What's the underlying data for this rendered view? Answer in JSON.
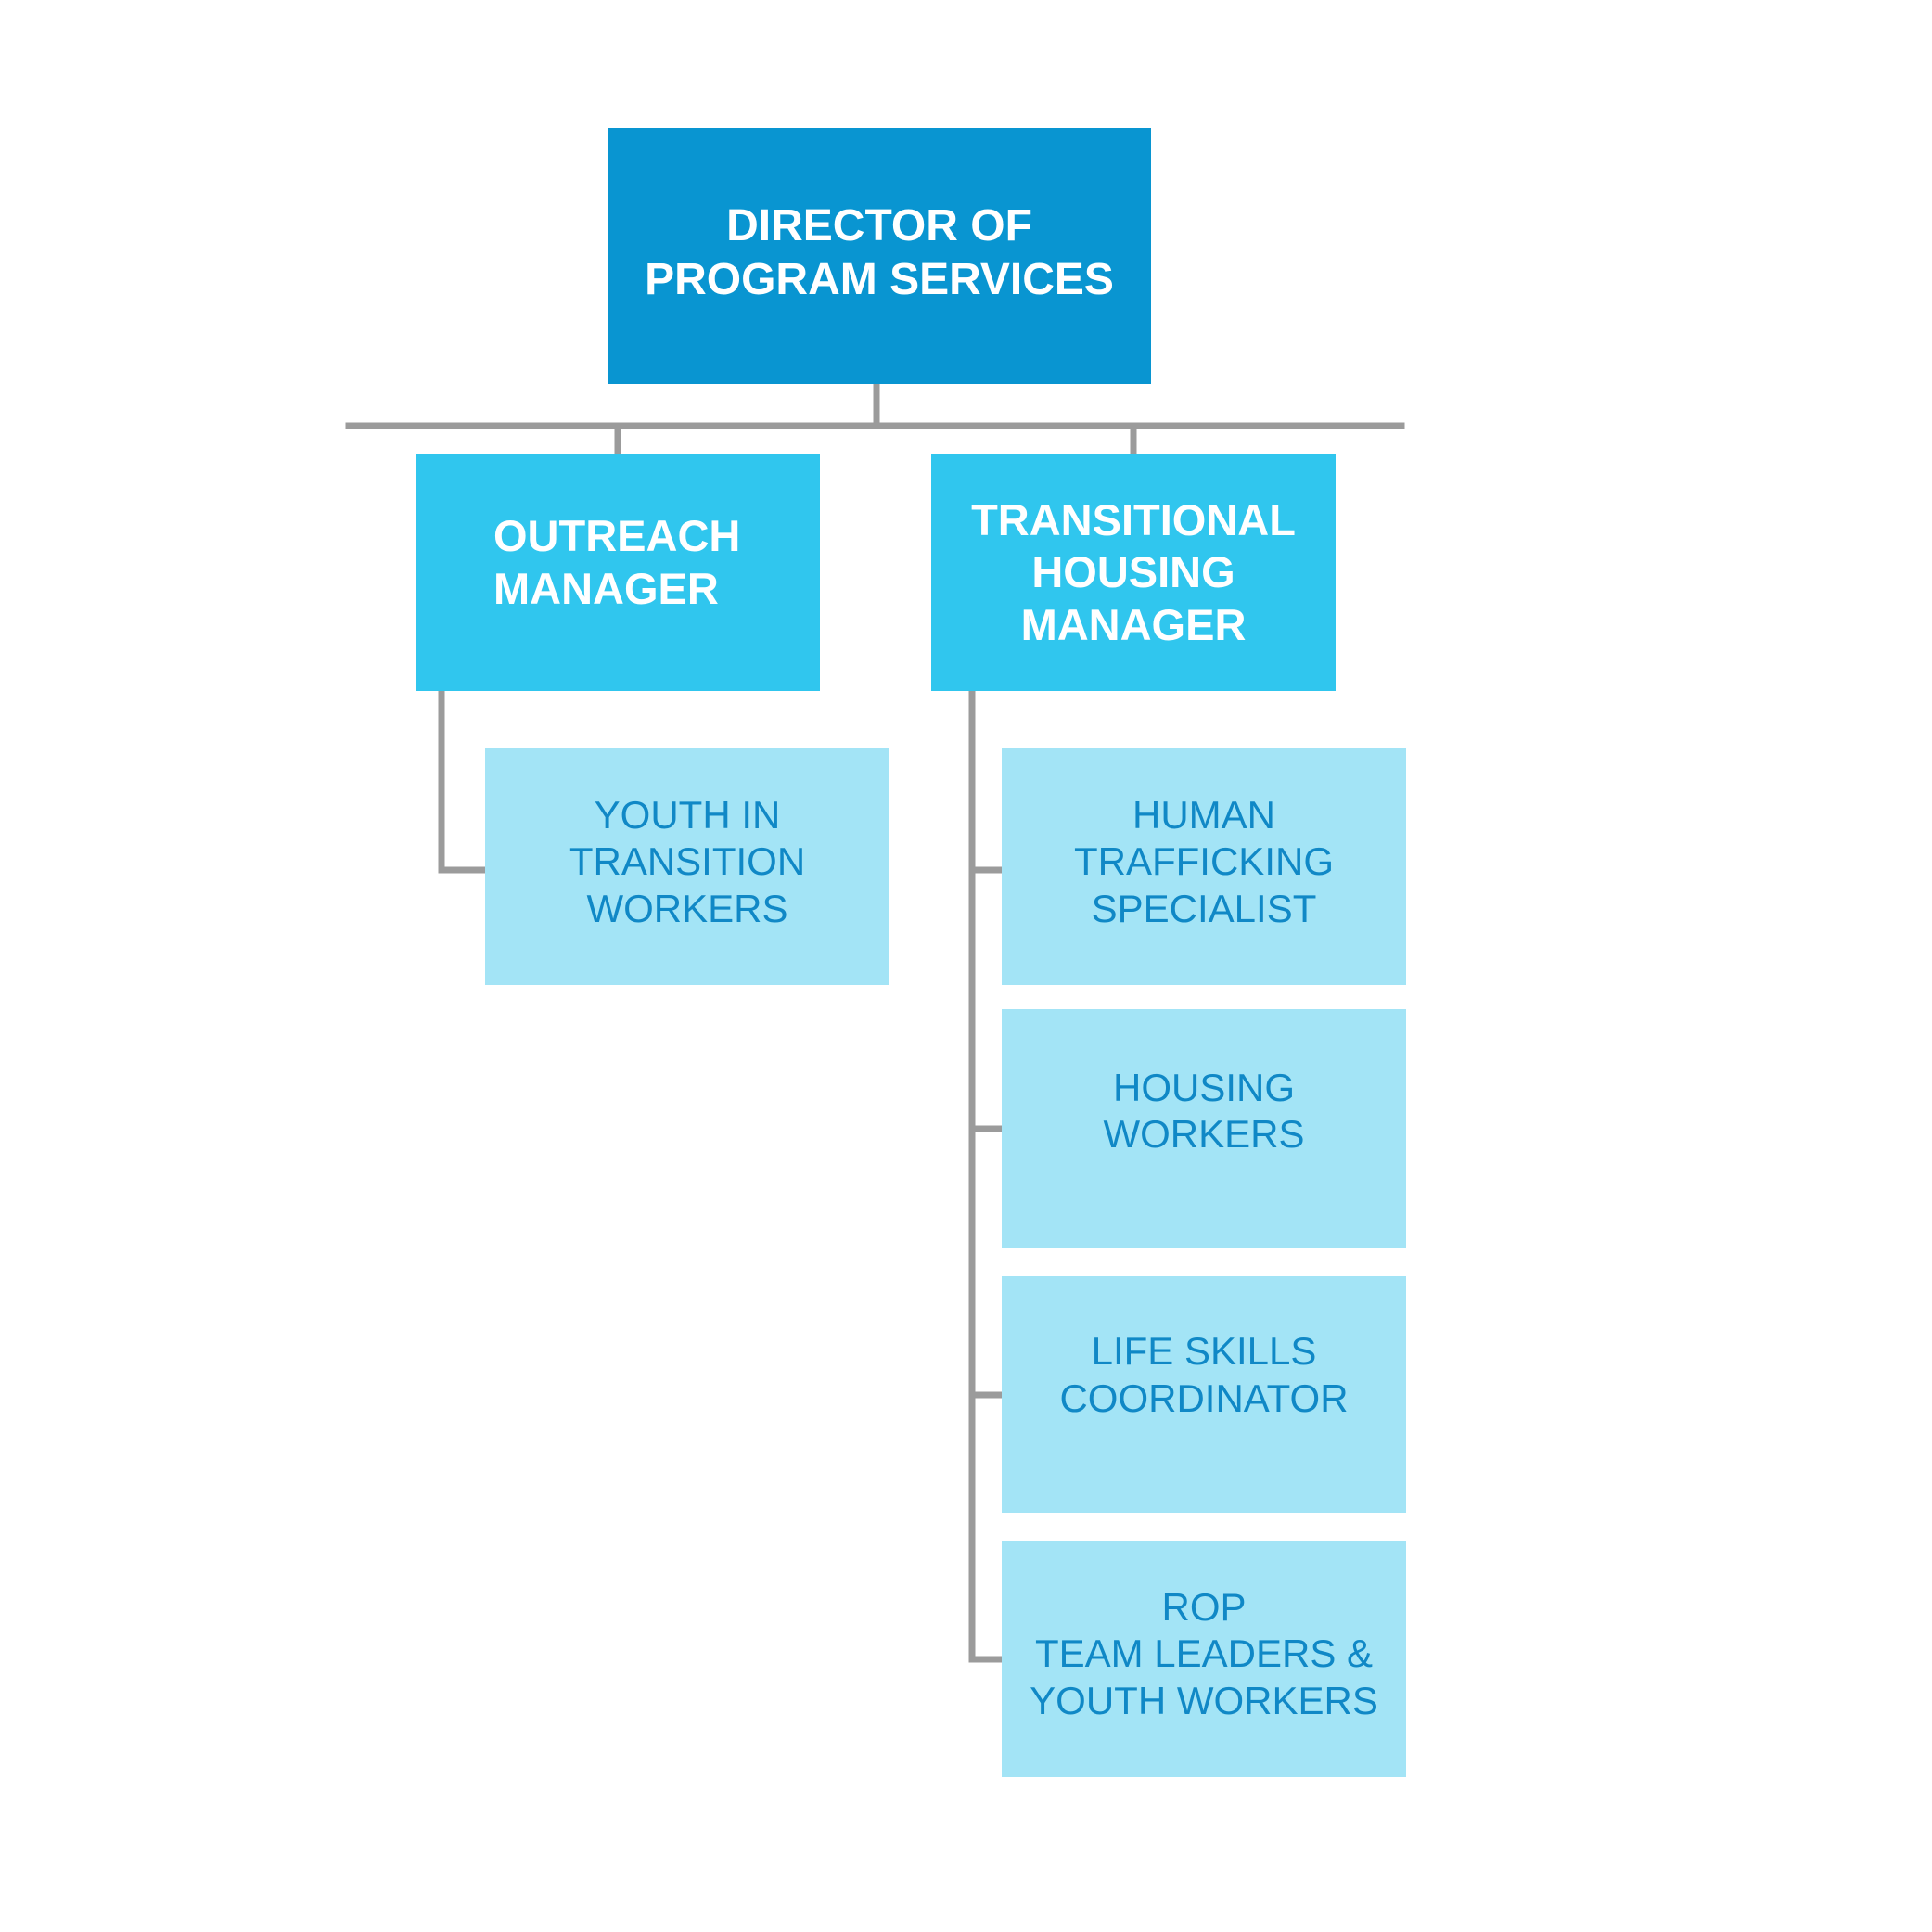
{
  "org_chart": {
    "director": {
      "label": "DIRECTOR OF\nPROGRAM SERVICES"
    },
    "managers": {
      "outreach": {
        "label": "OUTREACH\nMANAGER"
      },
      "transitional_housing": {
        "label": "TRANSITIONAL\nHOUSING\nMANAGER"
      }
    },
    "outreach_reports": {
      "youth_in_transition": {
        "label": "YOUTH IN\nTRANSITION\nWORKERS"
      }
    },
    "transitional_housing_reports": {
      "human_trafficking": {
        "label": "HUMAN\nTRAFFICKING\nSPECIALIST"
      },
      "housing_workers": {
        "label": "HOUSING\nWORKERS"
      },
      "life_skills": {
        "label": "LIFE SKILLS\nCOORDINATOR"
      },
      "rop": {
        "label": "ROP\nTEAM LEADERS &\nYOUTH WORKERS"
      }
    }
  },
  "colors": {
    "director_fill": "#0995d1",
    "manager_fill": "#30c6ee",
    "worker_fill": "#a3e4f6",
    "worker_text": "#1088c6",
    "header_text": "#ffffff",
    "connector": "#9b9b9b"
  }
}
